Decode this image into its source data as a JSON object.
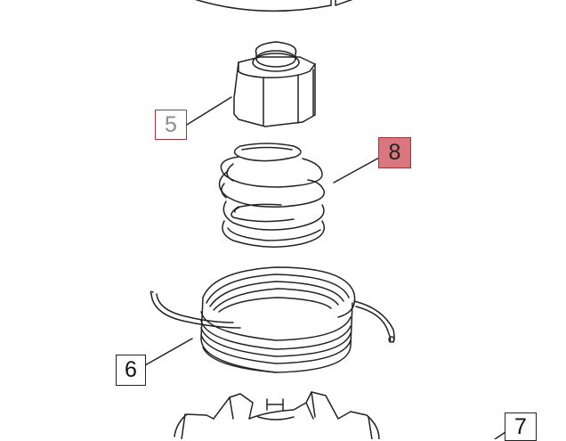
{
  "callouts": {
    "part5": {
      "label": "5"
    },
    "part8": {
      "label": "8"
    },
    "part6": {
      "label": "6"
    },
    "part7": {
      "label": "7"
    }
  },
  "colors": {
    "line": "#222222",
    "callout_border_highlight": "#a5333a",
    "callout_fill_selected": "#d9767e",
    "callout_text_dim": "#8d8d8d"
  }
}
